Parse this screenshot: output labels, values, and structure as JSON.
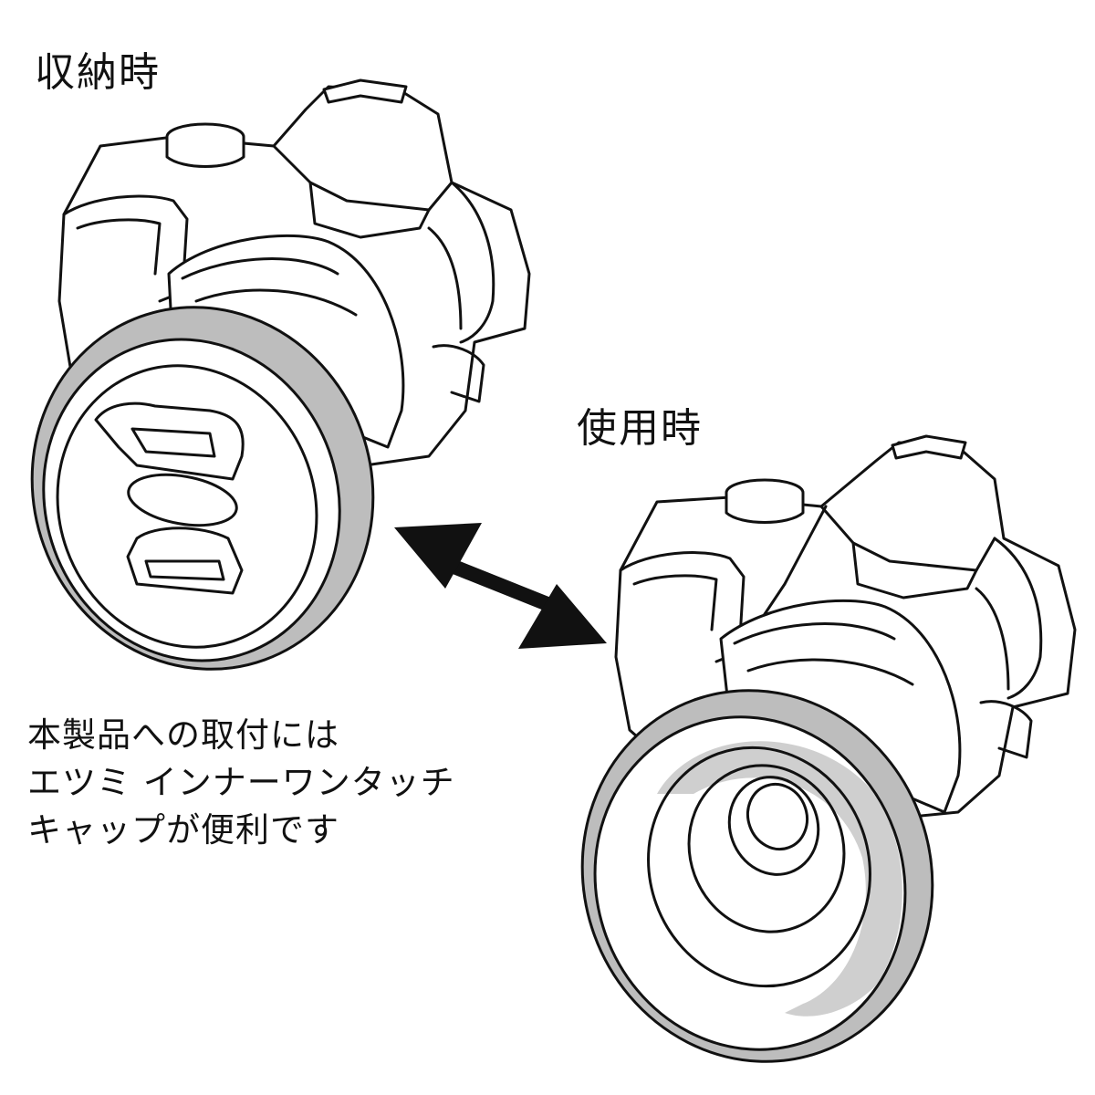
{
  "labels": {
    "stored": "収納時",
    "in_use": "使用時"
  },
  "note": {
    "line1": "本製品への取付には",
    "line2": "エツミ インナーワンタッチ",
    "line3": "キャップが便利です"
  },
  "colors": {
    "line": "#111111",
    "hood_gray": "#bdbdbd",
    "background": "#ffffff"
  }
}
